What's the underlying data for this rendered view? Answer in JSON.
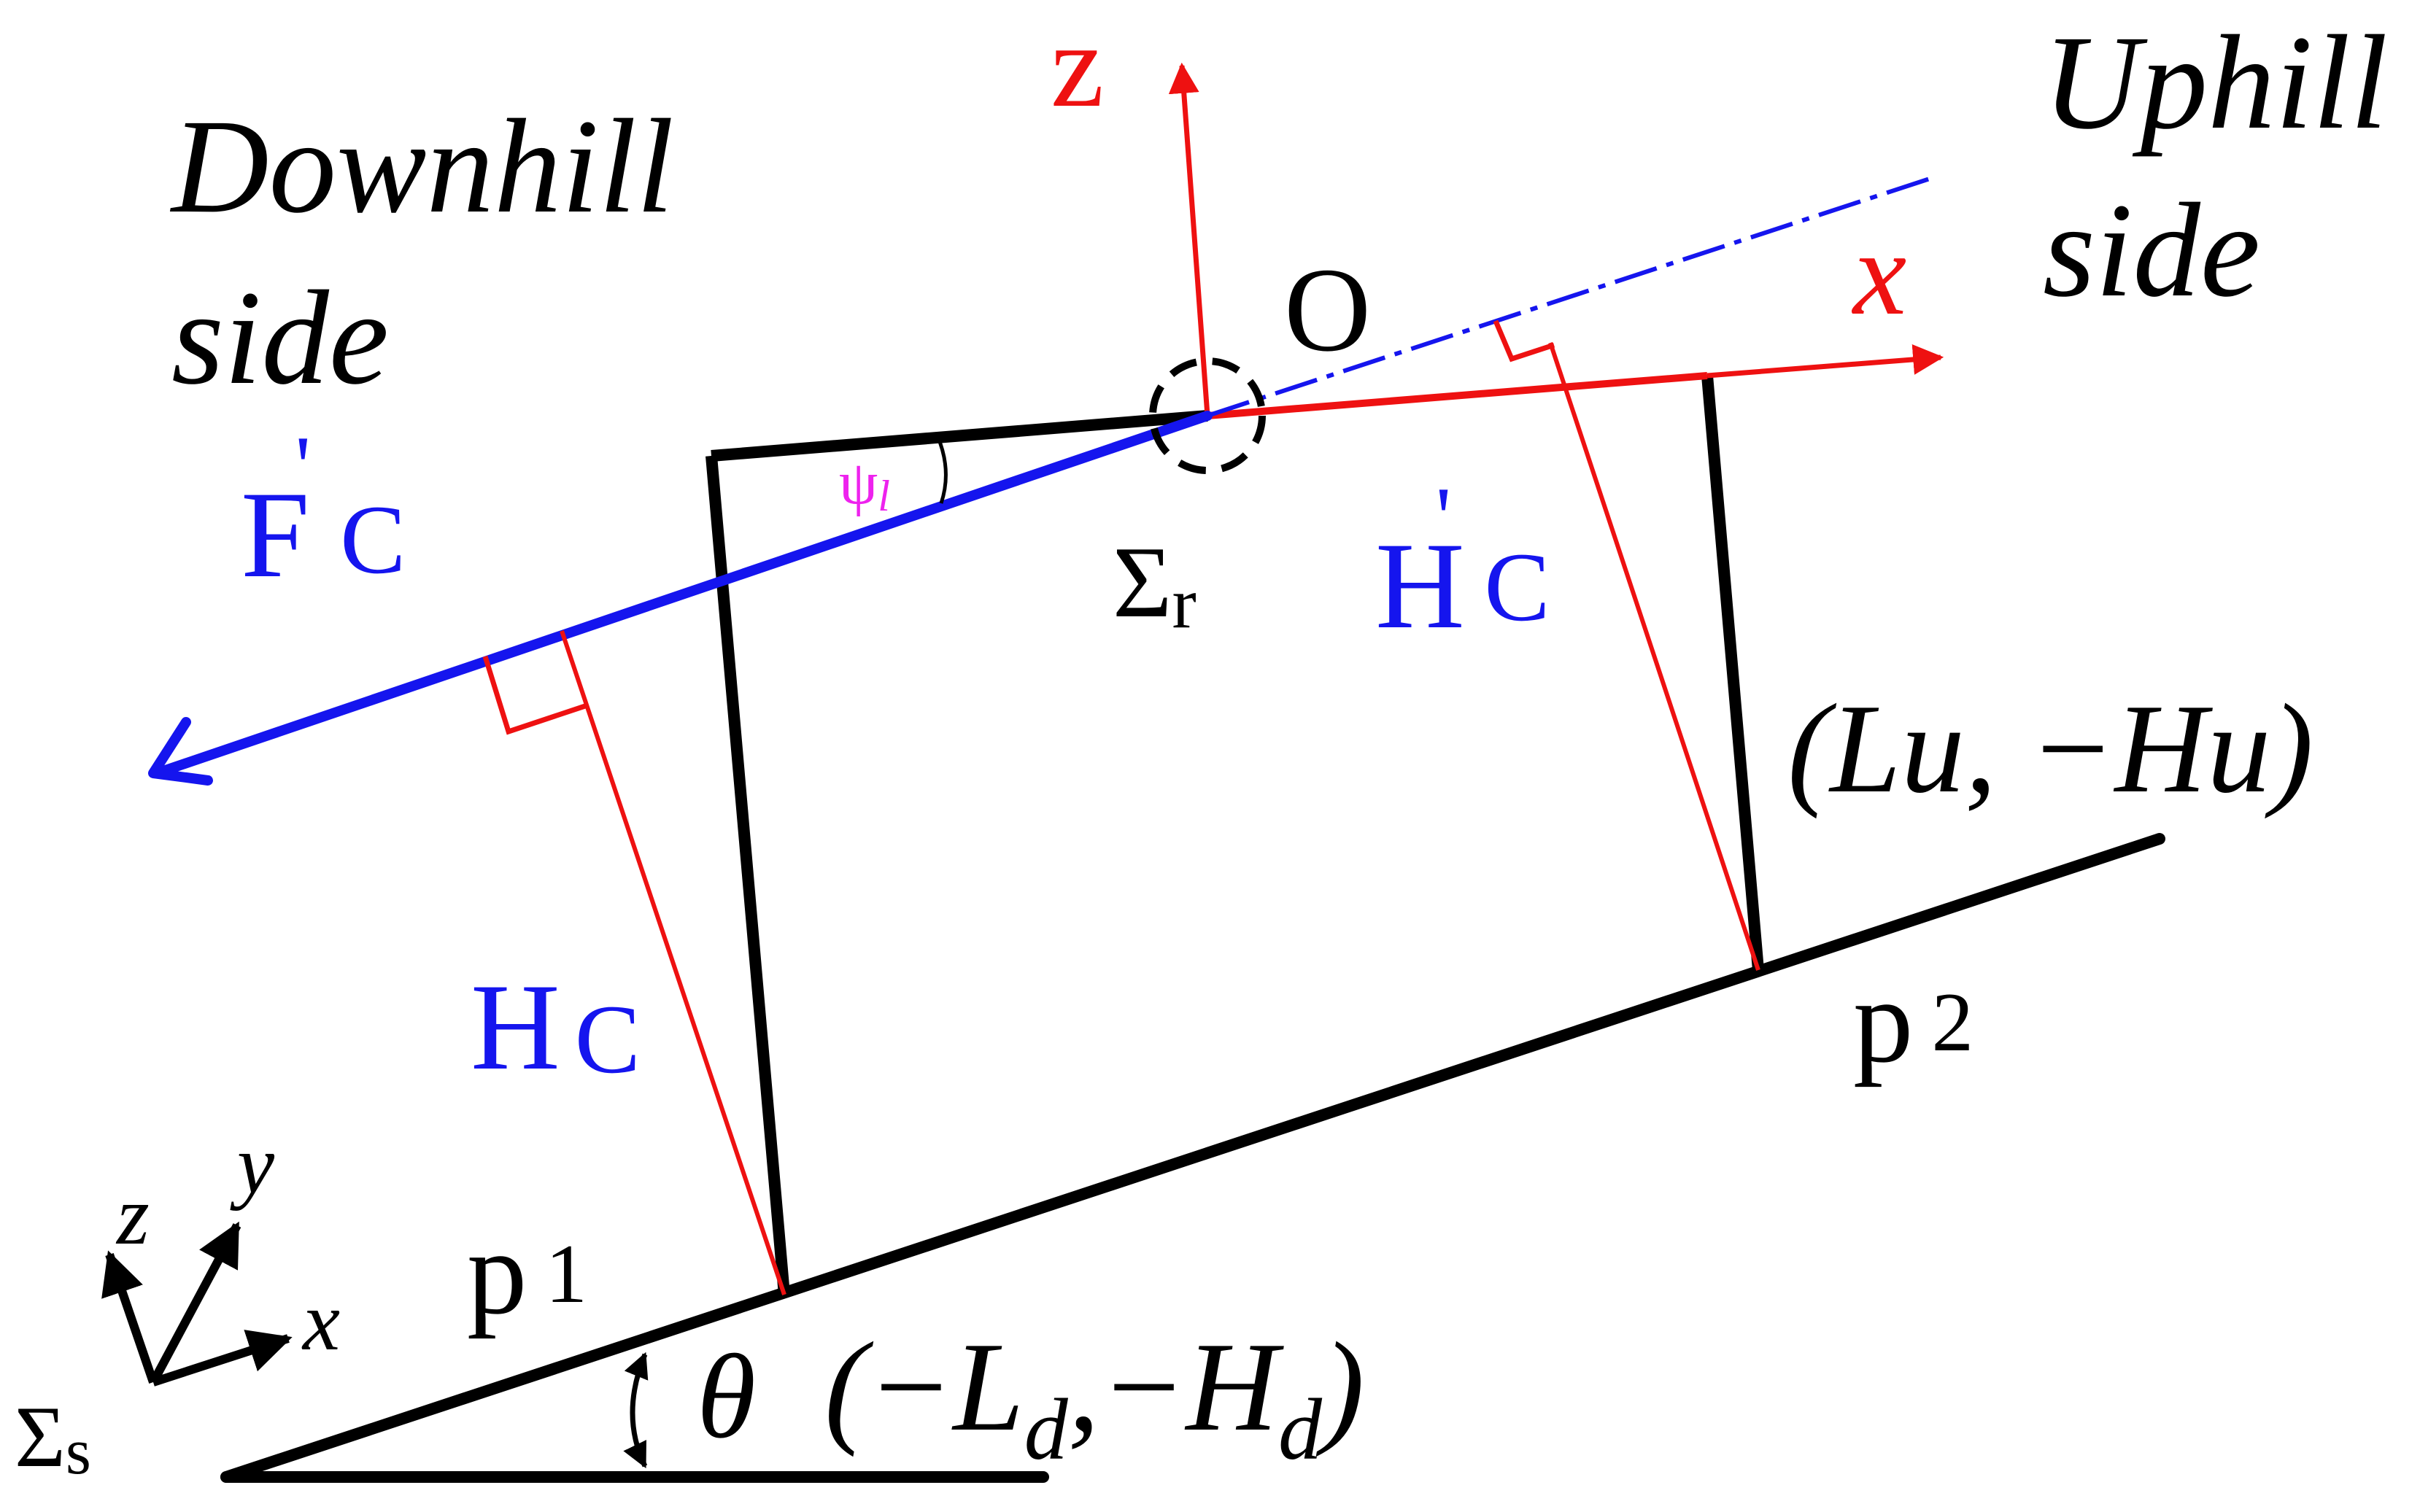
{
  "labels": {
    "downhill_line1": "Downhill",
    "downhill_line2": "side",
    "uphill_line1": "Uphill",
    "uphill_line2": "side",
    "origin": "O",
    "axis_z": "z",
    "axis_x": "x",
    "sigma_r_base": "Σ",
    "sigma_r_sub": "r",
    "sigma_s_base": "Σ",
    "sigma_s_sub": "s",
    "fc_base": "F",
    "fc_prime": "'",
    "fc_sub": "C",
    "hc_prime_base": "H",
    "hc_prime_prime": "'",
    "hc_prime_sub": "C",
    "hc_base": "H",
    "hc_sub": "C",
    "psi_base": "ψ",
    "psi_sub": "l",
    "p1_base": "p",
    "p1_sub": "1",
    "p2_base": "p",
    "p2_sub": "2",
    "theta": "θ",
    "corner_upper": "(Lu, −Hu)",
    "corner_lower_open": "(−L",
    "corner_lower_sub1": "d",
    "corner_lower_mid": ",−H",
    "corner_lower_sub2": "d",
    "corner_lower_close": ")",
    "triad_z": "z",
    "triad_y": "y",
    "triad_x": "x"
  },
  "colors": {
    "structure": "#000000",
    "force_line": "#1515ee",
    "dimension_lines": "#ee1111",
    "angle_label": "#ee22ee"
  }
}
